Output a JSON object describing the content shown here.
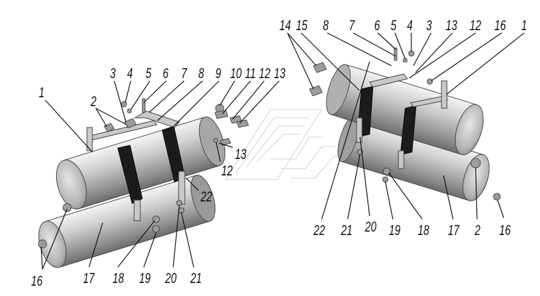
{
  "labels": {
    "left": {
      "l1": "1",
      "l2": "2",
      "l3": "3",
      "l4": "4",
      "l5": "5",
      "l6": "6",
      "l7": "7",
      "l8": "8",
      "l9": "9",
      "l10": "10",
      "l11": "11",
      "l12": "12",
      "l13": "13",
      "l13b": "13",
      "l12b": "12",
      "l22": "22",
      "l16": "16",
      "l17": "17",
      "l18": "18",
      "l19": "19",
      "l20": "20",
      "l21": "21"
    },
    "right": {
      "r14": "14",
      "r15": "15",
      "r8": "8",
      "r7": "7",
      "r6": "6",
      "r5": "5",
      "r4": "4",
      "r3": "3",
      "r13": "13",
      "r12": "12",
      "r16": "16",
      "r1": "1",
      "r22": "22",
      "r21": "21",
      "r20": "20",
      "r19": "19",
      "r18": "18",
      "r17": "17",
      "r2": "2",
      "r16b": "16"
    }
  }
}
